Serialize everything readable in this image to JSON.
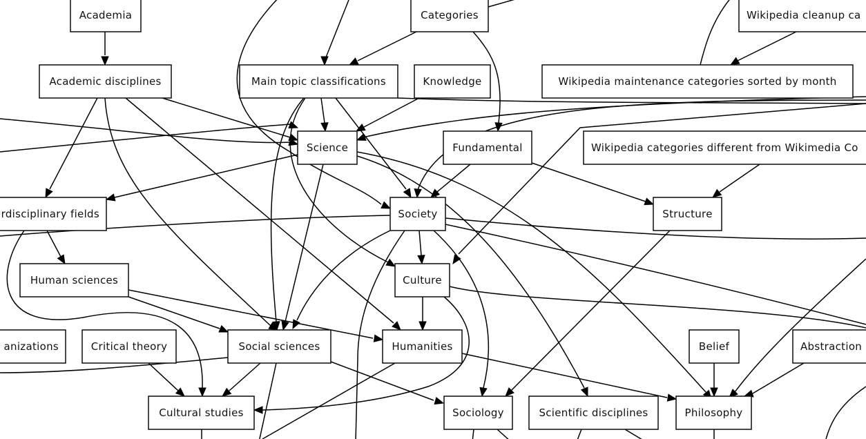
{
  "graph": {
    "title": "Wikipedia category graph",
    "nodes": [
      {
        "id": "academia",
        "label": "Academia"
      },
      {
        "id": "categories",
        "label": "Categories"
      },
      {
        "id": "wiki_cleanup",
        "label": "Wikipedia cleanup ca"
      },
      {
        "id": "academic_disciplines",
        "label": "Academic disciplines"
      },
      {
        "id": "main_topic",
        "label": "Main topic classifications"
      },
      {
        "id": "knowledge",
        "label": "Knowledge"
      },
      {
        "id": "wiki_maint",
        "label": "Wikipedia maintenance categories sorted by month"
      },
      {
        "id": "science",
        "label": "Science"
      },
      {
        "id": "fundamental",
        "label": "Fundamental"
      },
      {
        "id": "wiki_diff",
        "label": "Wikipedia categories different from Wikimedia Co"
      },
      {
        "id": "interdisciplinary",
        "label": "rdisciplinary fields"
      },
      {
        "id": "society",
        "label": "Society"
      },
      {
        "id": "structure",
        "label": "Structure"
      },
      {
        "id": "human_sciences",
        "label": "Human sciences"
      },
      {
        "id": "culture",
        "label": "Culture"
      },
      {
        "id": "organizations",
        "label": "anizations"
      },
      {
        "id": "critical_theory",
        "label": "Critical theory"
      },
      {
        "id": "social_sciences",
        "label": "Social sciences"
      },
      {
        "id": "humanities",
        "label": "Humanities"
      },
      {
        "id": "belief",
        "label": "Belief"
      },
      {
        "id": "abstraction",
        "label": "Abstraction"
      },
      {
        "id": "cultural_studies",
        "label": "Cultural studies"
      },
      {
        "id": "sociology",
        "label": "Sociology"
      },
      {
        "id": "scientific_disciplines",
        "label": "Scientific disciplines"
      },
      {
        "id": "philosophy",
        "label": "Philosophy"
      }
    ],
    "edges": [
      {
        "from": "academia",
        "to": "academic_disciplines"
      },
      {
        "from": "categories",
        "to": "main_topic"
      },
      {
        "from": "categories",
        "to": "fundamental"
      },
      {
        "from": "wiki_cleanup",
        "to": "wiki_maint"
      },
      {
        "from": "academic_disciplines",
        "to": "interdisciplinary"
      },
      {
        "from": "academic_disciplines",
        "to": "science"
      },
      {
        "from": "academic_disciplines",
        "to": "social_sciences"
      },
      {
        "from": "academic_disciplines",
        "to": "humanities"
      },
      {
        "from": "main_topic",
        "to": "science"
      },
      {
        "from": "main_topic",
        "to": "society"
      },
      {
        "from": "main_topic",
        "to": "culture"
      },
      {
        "from": "main_topic",
        "to": "social_sciences"
      },
      {
        "from": "knowledge",
        "to": "science"
      },
      {
        "from": "science",
        "to": "interdisciplinary"
      },
      {
        "from": "science",
        "to": "social_sciences"
      },
      {
        "from": "science",
        "to": "scientific_disciplines"
      },
      {
        "from": "science",
        "to": "philosophy"
      },
      {
        "from": "fundamental",
        "to": "society"
      },
      {
        "from": "fundamental",
        "to": "structure"
      },
      {
        "from": "wiki_diff",
        "to": "structure"
      },
      {
        "from": "interdisciplinary",
        "to": "human_sciences"
      },
      {
        "from": "interdisciplinary",
        "to": "cultural_studies"
      },
      {
        "from": "society",
        "to": "culture"
      },
      {
        "from": "society",
        "to": "social_sciences"
      },
      {
        "from": "society",
        "to": "sociology"
      },
      {
        "from": "structure",
        "to": "sociology"
      },
      {
        "from": "human_sciences",
        "to": "social_sciences"
      },
      {
        "from": "human_sciences",
        "to": "humanities"
      },
      {
        "from": "culture",
        "to": "humanities"
      },
      {
        "from": "culture",
        "to": "cultural_studies"
      },
      {
        "from": "critical_theory",
        "to": "cultural_studies"
      },
      {
        "from": "social_sciences",
        "to": "cultural_studies"
      },
      {
        "from": "social_sciences",
        "to": "sociology"
      },
      {
        "from": "humanities",
        "to": "philosophy"
      },
      {
        "from": "belief",
        "to": "philosophy"
      },
      {
        "from": "abstraction",
        "to": "philosophy"
      }
    ]
  }
}
